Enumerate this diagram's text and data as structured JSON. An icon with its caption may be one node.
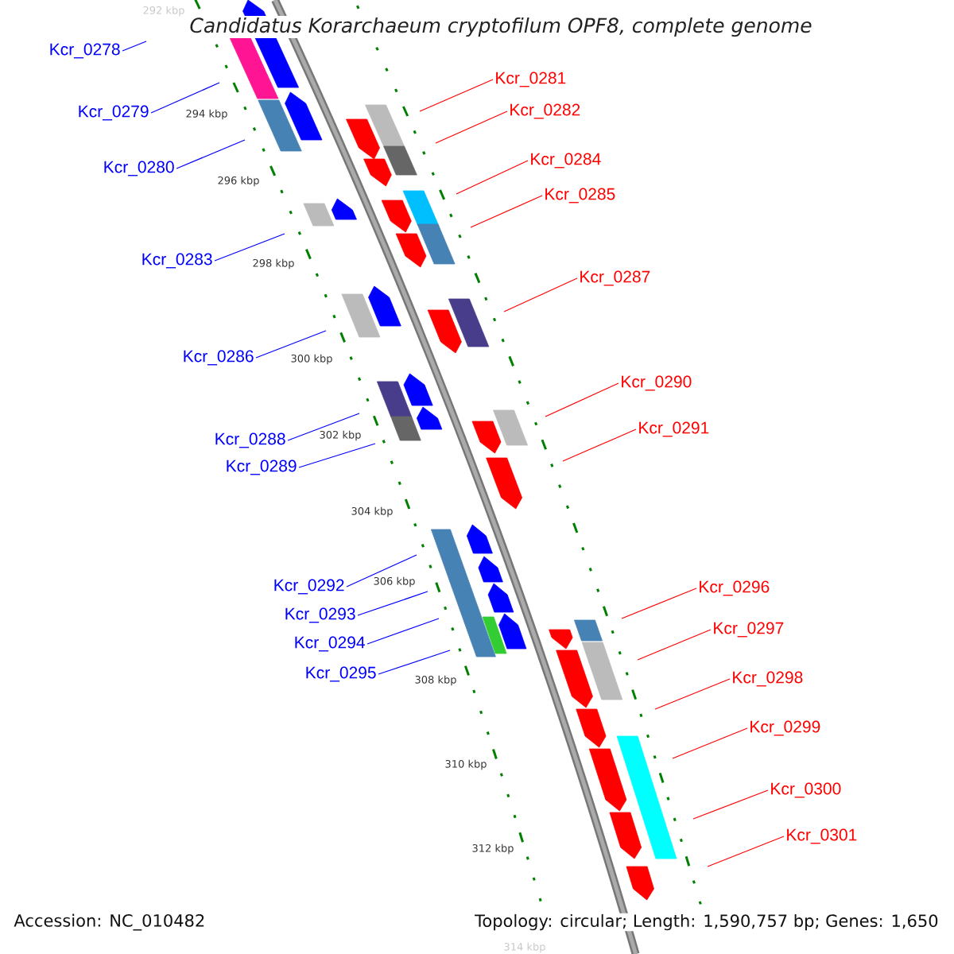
{
  "diagram": {
    "title": "Candidatus Korarchaeum cryptofilum OPF8, complete genome",
    "nodes": [
      {
        "text": [
          "Kcr_0278"
        ]
      },
      {
        "text": [
          "Kcr_0281"
        ]
      },
      {
        "text": [
          "Kcr_0282"
        ]
      },
      {
        "text": [
          "Kcr_0279"
        ]
      },
      {
        "text": [
          "Kcr_0284"
        ]
      },
      {
        "text": [
          "Kcr_0280"
        ]
      },
      {
        "text": [
          "Kcr_0285"
        ]
      },
      {
        "text": [
          "Kcr_0283"
        ]
      },
      {
        "text": [
          "Kcr_0287"
        ]
      },
      {
        "text": [
          "Kcr_0286"
        ]
      },
      {
        "text": [
          "Kcr_0290"
        ]
      },
      {
        "text": [
          "Kcr_0291"
        ]
      },
      {
        "text": [
          "Kcr_0288"
        ]
      },
      {
        "text": [
          "Kcr_0289"
        ]
      },
      {
        "text": [
          "Kcr_0292"
        ]
      },
      {
        "text": [
          "Kcr_0296"
        ]
      },
      {
        "text": [
          "Kcr_0293"
        ]
      },
      {
        "text": [
          "Kcr_0297"
        ]
      },
      {
        "text": [
          "Kcr_0294"
        ]
      },
      {
        "text": [
          "Kcr_0295"
        ]
      },
      {
        "text": [
          "Kcr_0298"
        ]
      },
      {
        "text": [
          "Kcr_0299"
        ]
      },
      {
        "text": [
          "Kcr_0300"
        ]
      },
      {
        "text": [
          "Kcr_0301"
        ]
      }
    ],
    "edges": [
      {
        "from": 0,
        "to": null,
        "arrow": "none",
        "color": "#0000ff"
      },
      {
        "from": 1,
        "to": null,
        "arrow": "none"
      },
      {
        "from": 2,
        "to": null,
        "arrow": "none"
      },
      {
        "from": 3,
        "to": null,
        "arrow": "none",
        "color": "#0000ff"
      },
      {
        "from": 4,
        "to": null,
        "arrow": "none"
      },
      {
        "from": 5,
        "to": null,
        "arrow": "none",
        "color": "#0000ff"
      },
      {
        "from": 6,
        "to": null,
        "arrow": "none"
      },
      {
        "from": 7,
        "to": null,
        "arrow": "none",
        "color": "#0000ff"
      },
      {
        "from": 8,
        "to": null,
        "arrow": "none"
      },
      {
        "from": 9,
        "to": null,
        "arrow": "none",
        "color": "#0000ff"
      },
      {
        "from": 10,
        "to": null,
        "arrow": "none"
      },
      {
        "from": 11,
        "to": null,
        "arrow": "none"
      },
      {
        "from": 12,
        "to": null,
        "arrow": "none",
        "color": "#0000ff"
      },
      {
        "from": 13,
        "to": null,
        "arrow": "none",
        "color": "#0000ff"
      },
      {
        "from": 14,
        "to": null,
        "arrow": "none",
        "color": "#0000ff"
      },
      {
        "from": 15,
        "to": null,
        "arrow": "none"
      },
      {
        "from": 16,
        "to": null,
        "arrow": "none",
        "color": "#0000ff"
      },
      {
        "from": 17,
        "to": null,
        "arrow": "none"
      },
      {
        "from": 18,
        "to": null,
        "arrow": "none",
        "color": "#0000ff"
      },
      {
        "from": 19,
        "to": null,
        "arrow": "none",
        "color": "#0000ff"
      },
      {
        "from": 20,
        "to": null,
        "arrow": "none"
      },
      {
        "from": 21,
        "to": null,
        "arrow": "none"
      },
      {
        "from": 22,
        "to": null,
        "arrow": "none"
      },
      {
        "from": 23,
        "to": null,
        "arrow": "none"
      }
    ],
    "labels": [
      "292 kbp",
      "294 kbp",
      "296 kbp",
      "298 kbp",
      "300 kbp",
      "302 kbp",
      "304 kbp",
      "306 kbp",
      "308 kbp",
      "310 kbp",
      "312 kbp",
      "314 kbp",
      "Accession: NC_010482",
      "Topology: circular; Length: 1,590,757 bp; Genes: 1,650"
    ]
  }
}
